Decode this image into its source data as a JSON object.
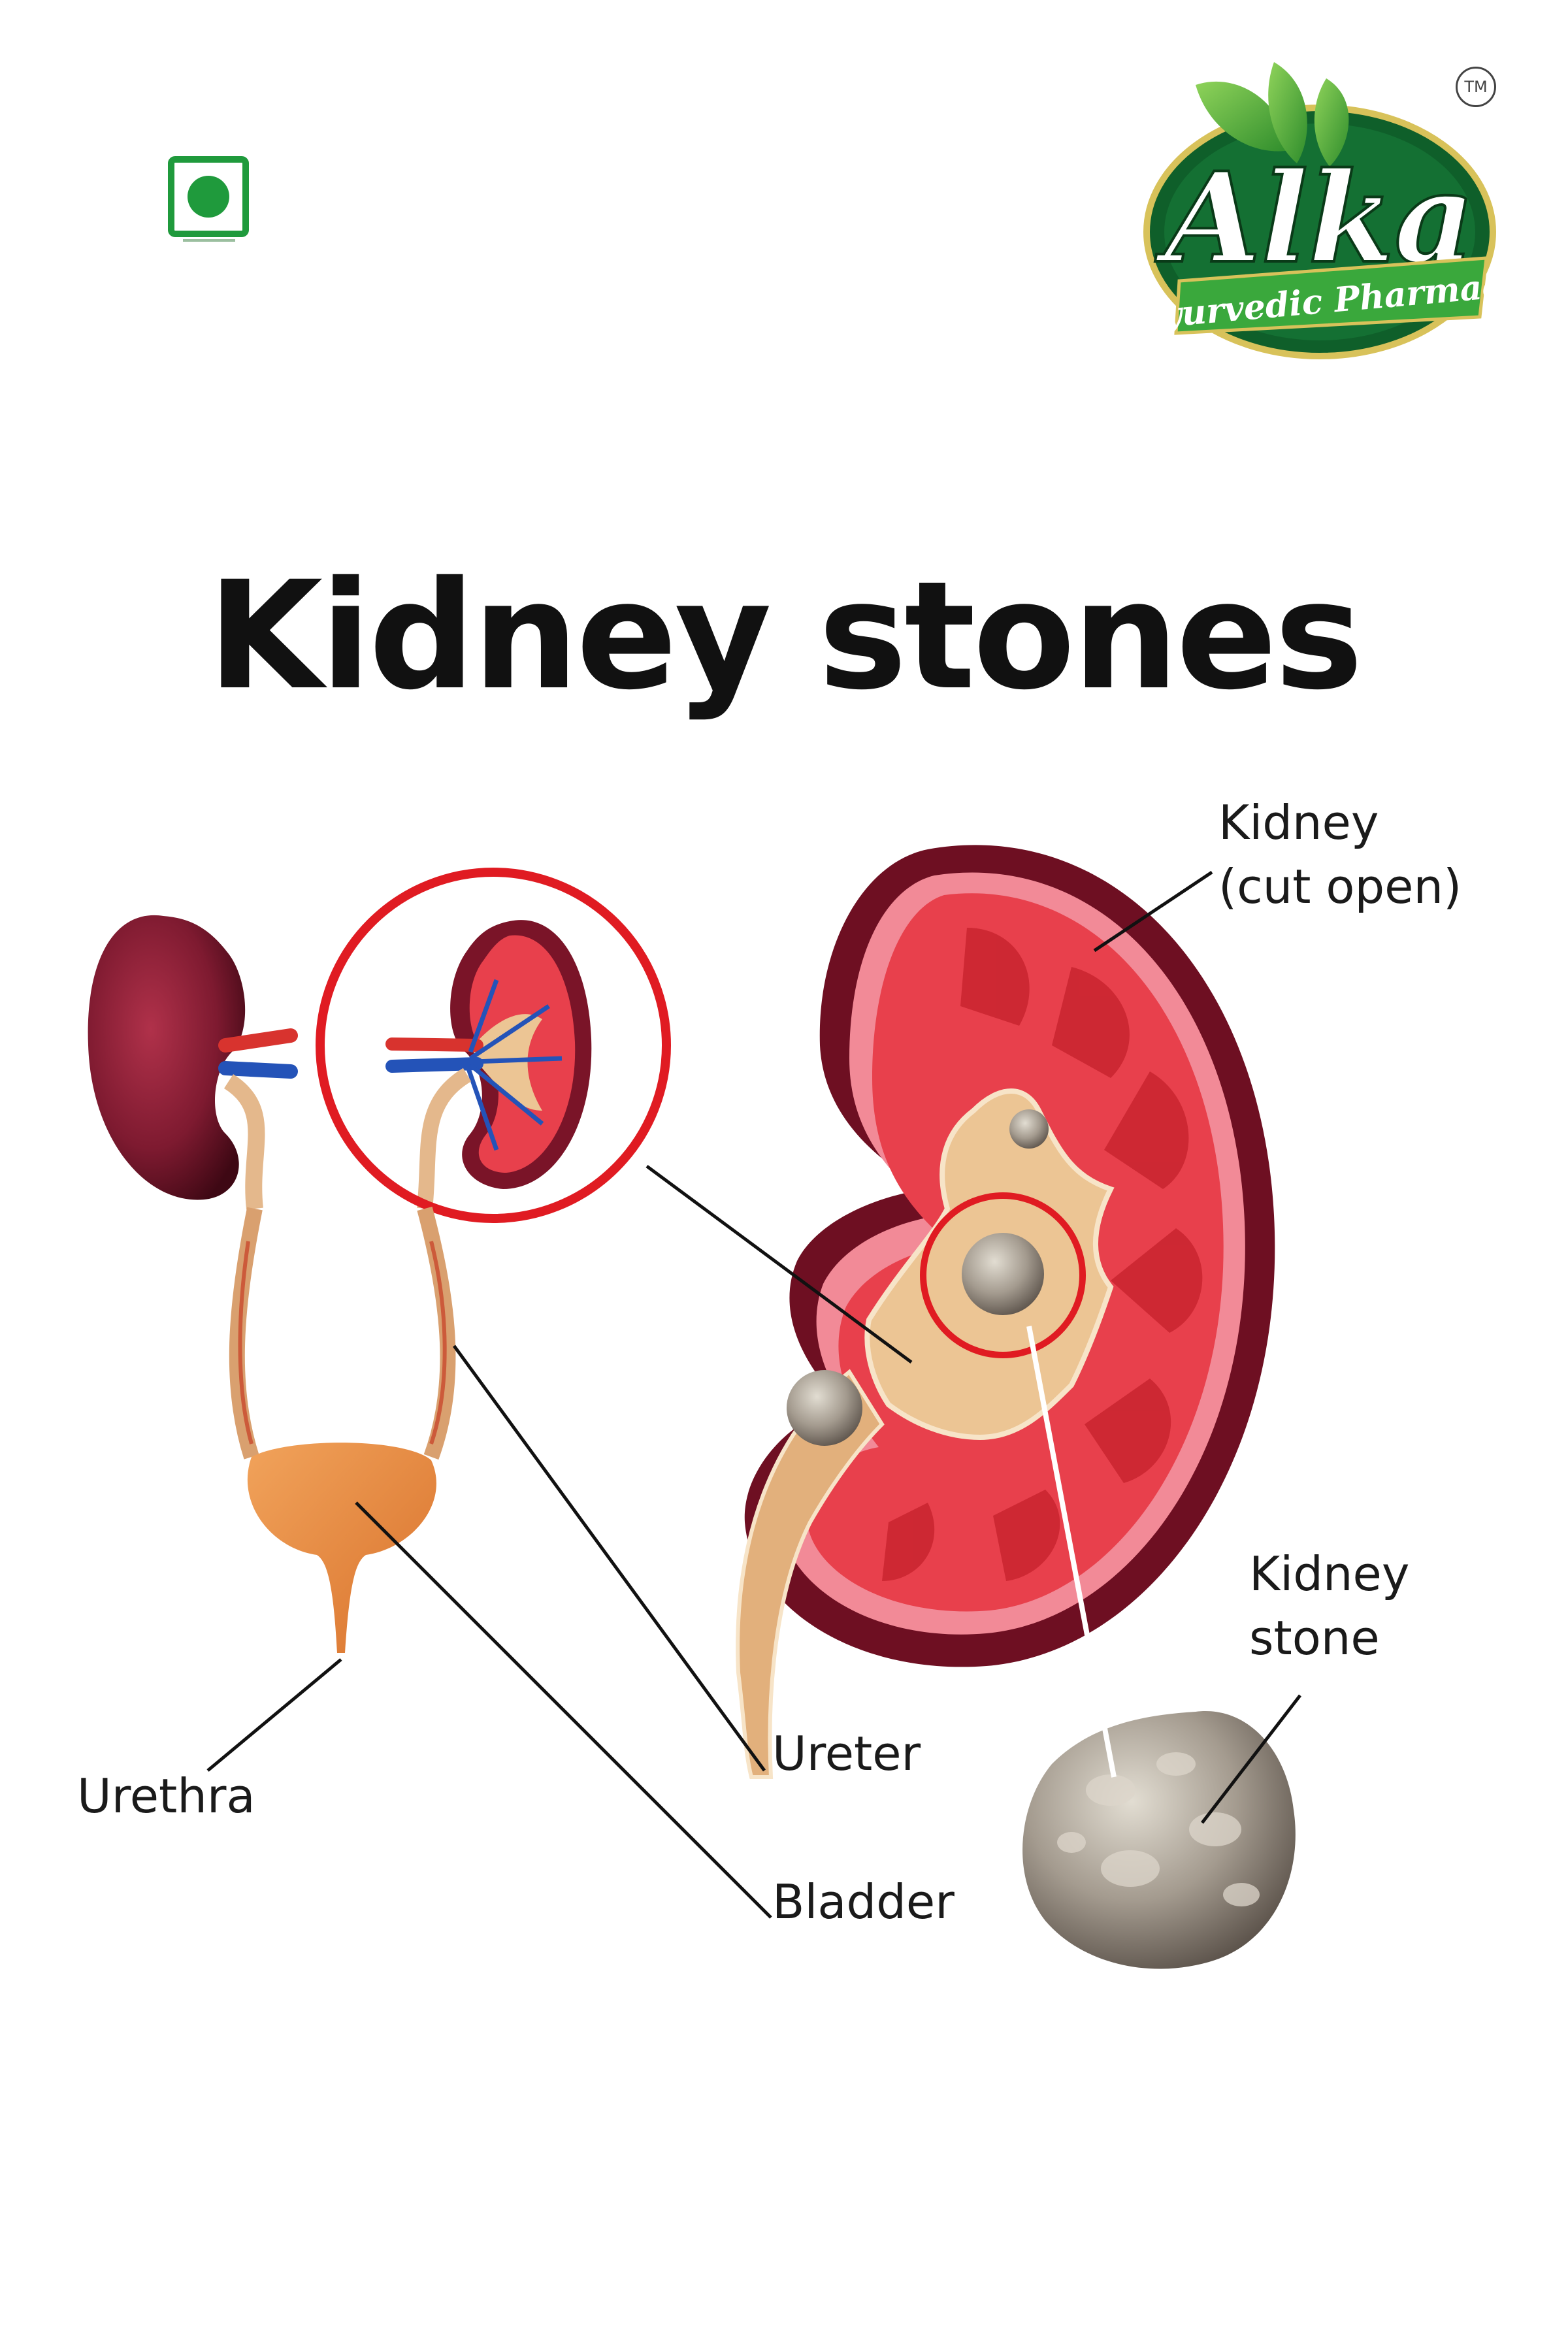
{
  "brand": {
    "name": "Alka",
    "tagline": "Ayurvedic Pharmacy",
    "trademark": "TM",
    "veg_symbol": "veg-mark-icon",
    "colors": {
      "green_dark": "#0f5f2a",
      "green": "#2e9a3a",
      "leaf": "#6cc04a",
      "gold": "#d8c25a"
    }
  },
  "title": "Kidney stones",
  "labels": {
    "kidney_cut": [
      "Kidney",
      "(cut open)"
    ],
    "kidney_stone": [
      "Kidney",
      "stone"
    ],
    "ureter": "Ureter",
    "urethra": "Urethra",
    "bladder": "Bladder"
  },
  "colors": {
    "highlight_red": "#e01b22",
    "kidney_outer": "#7a1428",
    "kidney_inner": "#e8404c",
    "pelvis": "#e9c193",
    "ureter": "#d9a06f",
    "bladder": "#e98a3e",
    "stone": "#9c948a"
  }
}
